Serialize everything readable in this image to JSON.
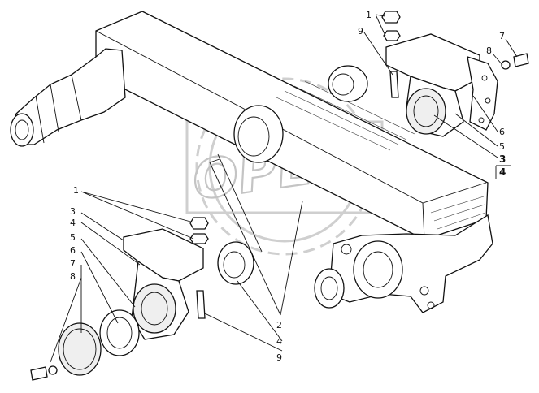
{
  "watermark": {
    "text": "OPEX"
  },
  "callouts": {
    "top_right": {
      "n1": "1",
      "n9": "9",
      "n7": "7",
      "n8": "8",
      "n6": "6",
      "n5": "5",
      "n3": "3",
      "n4": "4"
    },
    "left": {
      "n1": "1",
      "n3": "3",
      "n4": "4",
      "n5": "5",
      "n6": "6",
      "n7": "7",
      "n8": "8"
    },
    "bottom": {
      "n2": "2",
      "n4": "4",
      "n9": "9"
    }
  },
  "colors": {
    "ink": "#111111",
    "watermark": "#c4c4c4"
  }
}
